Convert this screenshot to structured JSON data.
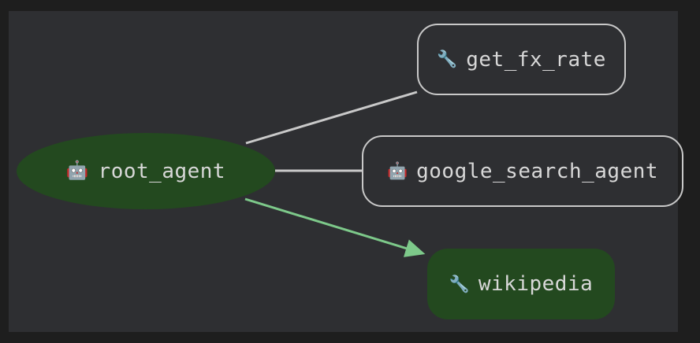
{
  "canvas": {
    "background": "#2e2f32",
    "outer_background": "#1e1e1e"
  },
  "colors": {
    "node_fill_green": "#23491f",
    "node_border": "#c9c9c9",
    "edge_plain": "#c9c9c9",
    "edge_highlight": "#7dc98a",
    "label_text": "#d8d8d8"
  },
  "nodes": [
    {
      "id": "root_agent",
      "label": "root_agent",
      "icon": "robot-icon",
      "emoji": "🤖",
      "shape": "ellipse",
      "style": "filled-green"
    },
    {
      "id": "get_fx_rate",
      "label": "get_fx_rate",
      "icon": "wrench-icon",
      "emoji": "🔧",
      "shape": "rounded-rect",
      "style": "outlined"
    },
    {
      "id": "google_search_agent",
      "label": "google_search_agent",
      "icon": "robot-icon",
      "emoji": "🤖",
      "shape": "rounded-rect",
      "style": "outlined"
    },
    {
      "id": "wikipedia",
      "label": "wikipedia",
      "icon": "wrench-icon",
      "emoji": "🔧",
      "shape": "rounded-rect",
      "style": "filled-green"
    }
  ],
  "edges": [
    {
      "from": "root_agent",
      "to": "get_fx_rate",
      "style": "plain",
      "arrow": false
    },
    {
      "from": "root_agent",
      "to": "google_search_agent",
      "style": "plain",
      "arrow": false
    },
    {
      "from": "root_agent",
      "to": "wikipedia",
      "style": "highlight",
      "arrow": true
    }
  ]
}
